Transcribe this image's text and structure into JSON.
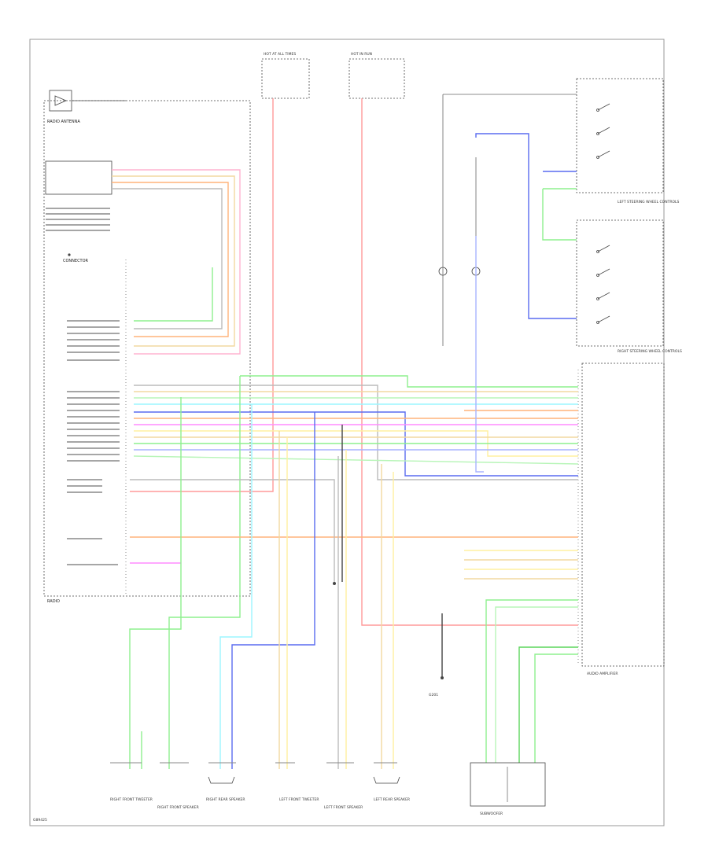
{
  "diagram": {
    "colors": {
      "red": "#ff9a9a",
      "pink": "#ffb3d1",
      "orange": "#ffb37a",
      "tan": "#f2d9a0",
      "yellow": "#fff0a0",
      "green": "#8ef08e",
      "lightgreen": "#b8f5b8",
      "blue": "#5a6cf0",
      "lightblue": "#a8b4ff",
      "cyan": "#9cf5ff",
      "magenta": "#ff8cff",
      "gray": "#bbbbbb",
      "darkgreen": "#5cd65c",
      "black": "#444444"
    },
    "icons": {
      "antenna": "antenna-icon",
      "ground": "ground-icon",
      "switch": "switch-icon",
      "speaker": "speaker-icon"
    },
    "labels": {
      "radio_antenna": "RADIO ANTENNA",
      "radio": "RADIO",
      "connector": "CONNECTOR",
      "left_steering_controls": "LEFT STEERING WHEEL CONTROLS",
      "right_steering_controls": "RIGHT STEERING WHEEL CONTROLS",
      "audio_amp": "AUDIO AMPLIFIER",
      "subwoofer": "SUBWOOFER",
      "rf_tweeter": "RIGHT FRONT TWEETER",
      "rf_speaker": "RIGHT FRONT SPEAKER",
      "rr_speaker": "RIGHT REAR SPEAKER",
      "lf_tweeter": "LEFT FRONT TWEETER",
      "lf_speaker": "LEFT FRONT SPEAKER",
      "lr_speaker": "LEFT REAR SPEAKER",
      "fuse_left": "HOT AT ALL TIMES",
      "fuse_right": "HOT IN RUN",
      "ground_note": "G201",
      "footer_code": "G89425"
    }
  }
}
